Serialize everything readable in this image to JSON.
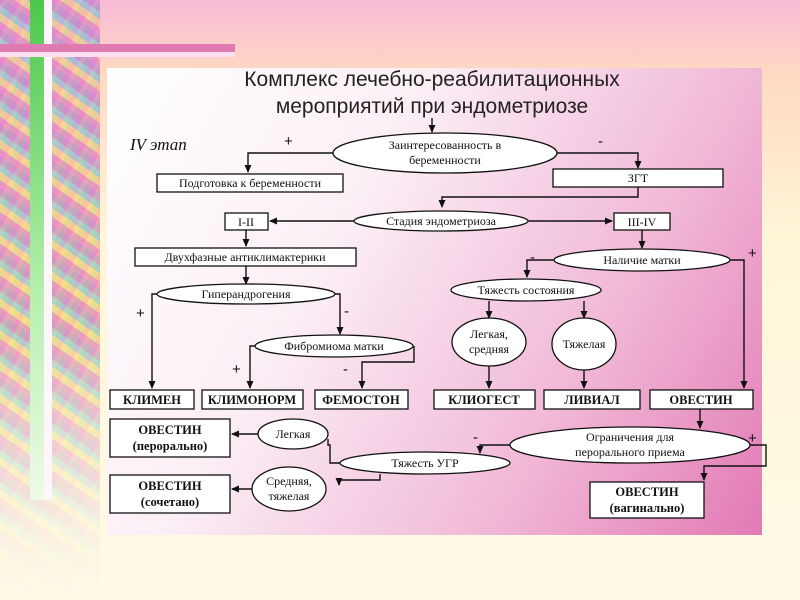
{
  "title": {
    "line1": "Комплекс лечебно-реабилитационных",
    "line2": "мероприятий при эндометриозе"
  },
  "stage": "IV этап",
  "signs": {
    "plus": "+",
    "minus": "-"
  },
  "ovals": {
    "interest_1": "Заинтересованность в",
    "interest_2": "беременности",
    "stage_endo": "Стадия эндометриоза",
    "hyperandrogen": "Гиперандрогения",
    "fibromyoma": "Фибромиома матки",
    "uterus": "Наличие матки",
    "severity": "Тяжесть состояния",
    "mild_medium_1": "Легкая,",
    "mild_medium_2": "средняя",
    "severe": "Тяжелая",
    "restrictions_1": "Ограничения для",
    "restrictions_2": "перорального приема",
    "ugr": "Тяжесть УГР",
    "mild": "Легкая",
    "medium_severe_1": "Средняя,",
    "medium_severe_2": "тяжелая"
  },
  "boxes": {
    "prep": "Подготовка к беременности",
    "zgt": "ЗГТ",
    "st12": "I-II",
    "st34": "III-IV",
    "biphasic": "Двухфазные антиклимактерики",
    "klimen": "КЛИМЕН",
    "klimonorm": "КЛИМОНОРМ",
    "femoston": "ФЕМОСТОН",
    "kliogest": "КЛИОГЕСТ",
    "livial": "ЛИВИАЛ",
    "ovestin": "ОВЕСТИН",
    "ovestin_oral_1": "ОВЕСТИН",
    "ovestin_oral_2": "(перорально)",
    "ovestin_comb_1": "ОВЕСТИН",
    "ovestin_comb_2": "(сочетано)",
    "ovestin_vag_1": "ОВЕСТИН",
    "ovestin_vag_2": "(вагинально)"
  }
}
